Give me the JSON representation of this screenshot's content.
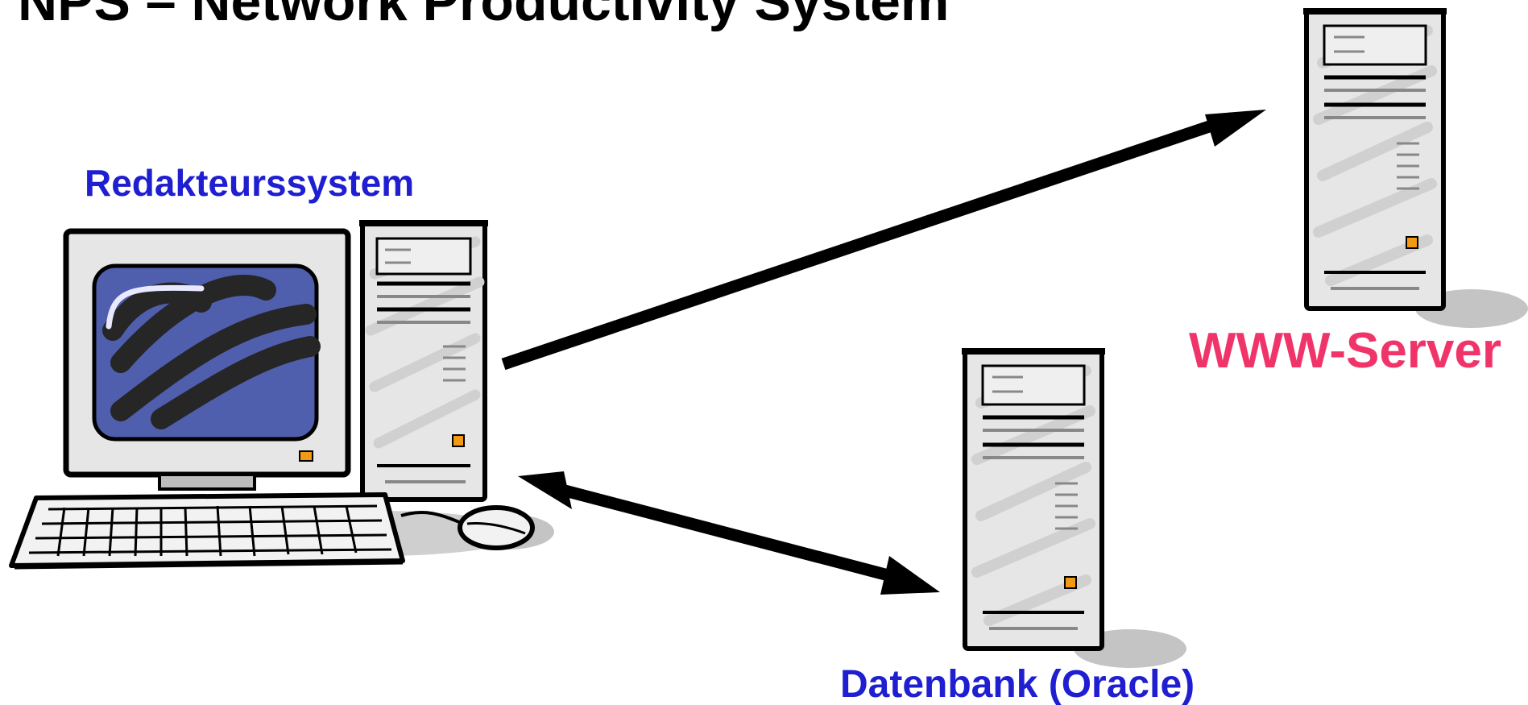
{
  "title": "NPS – Network Productivity System",
  "nodes": {
    "editor": {
      "label": "Redakteurssystem",
      "color": "#1f1fd1"
    },
    "www": {
      "label": "WWW-Server",
      "color": "#f0346a"
    },
    "database": {
      "label": "Datenbank (Oracle)",
      "color": "#1f1fd1"
    }
  },
  "icons": {
    "workstation": "workstation-icon",
    "server": "server-tower-icon"
  },
  "connections": [
    {
      "from": "editor",
      "to": "www",
      "direction": "one-way"
    },
    {
      "from": "editor",
      "to": "database",
      "direction": "two-way"
    }
  ],
  "colors": {
    "screen": "#4f5fae",
    "led": "#f29a14",
    "case": "#e6e6e6"
  }
}
